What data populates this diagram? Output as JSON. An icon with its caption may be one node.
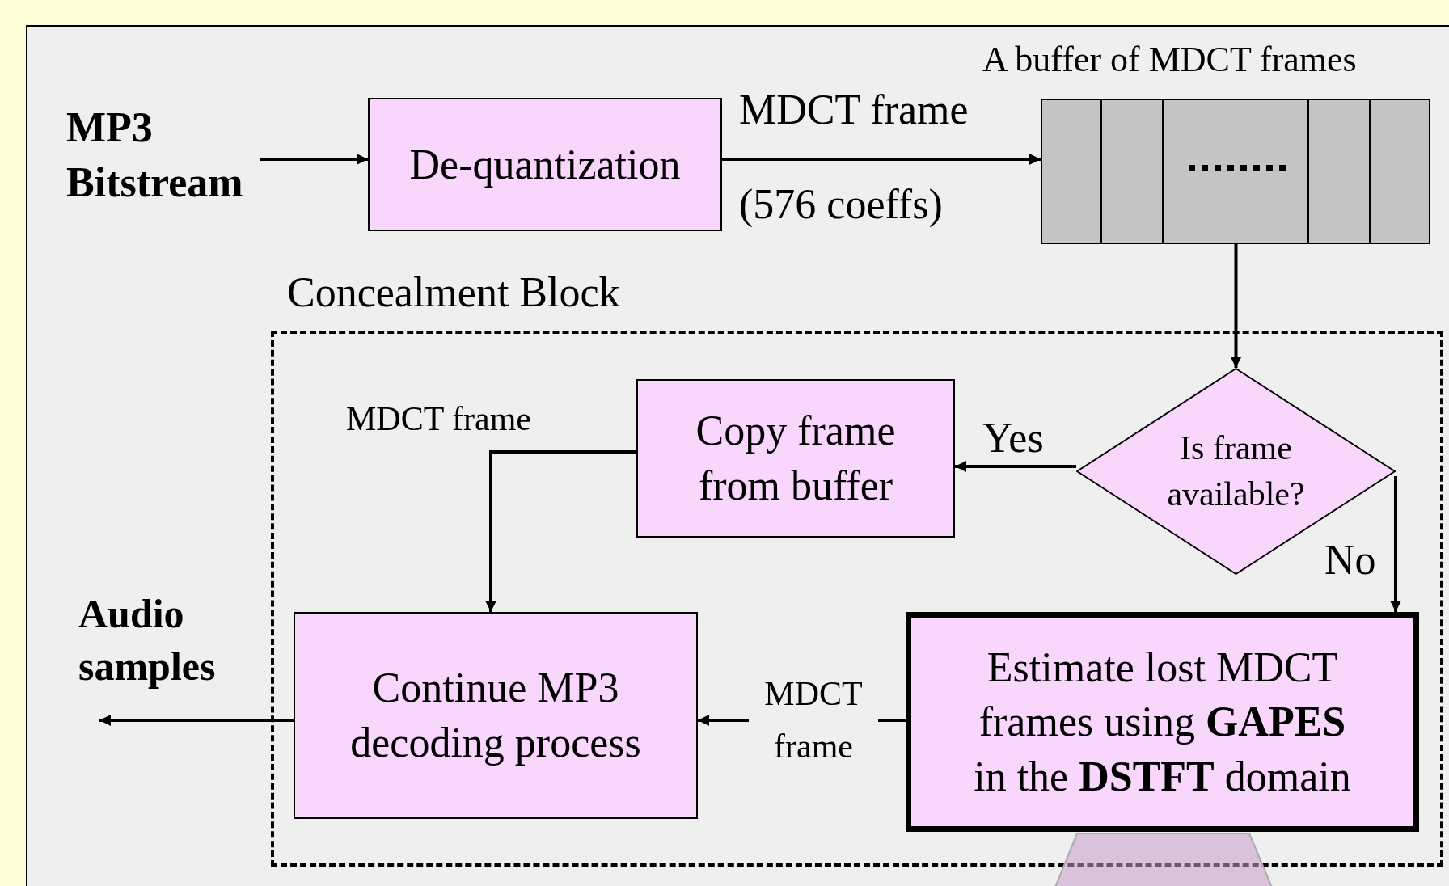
{
  "diagram": {
    "nodes": [
      {
        "text": [
          "MP3 Bitstream"
        ]
      },
      {
        "text": [
          "De-quantization"
        ]
      },
      {
        "text": [
          "A buffer of MDCT frames"
        ]
      },
      {
        "text": [
          "Concealment Block"
        ]
      },
      {
        "text": [
          "Is frame available?"
        ],
        "in": 3
      },
      {
        "text": [
          "Copy frame from buffer"
        ],
        "in": 3
      },
      {
        "text": [
          "Continue MP3 decoding process"
        ],
        "in": 3
      },
      {
        "text": [
          "Estimate lost MDCT frames using **GAPES** in the **DSTFT** domain"
        ],
        "in": 3
      },
      {
        "text": [],
        "shape": "trapezoid"
      }
    ],
    "edges": [
      {
        "from": 0,
        "to": 1,
        "arrow": "to"
      },
      {
        "from": 1,
        "to": 2,
        "arrow": "to",
        "label": "MDCT frame"
      },
      {
        "from": 2,
        "to": 4,
        "arrow": "to"
      },
      {
        "from": 4,
        "to": 5,
        "arrow": "to",
        "label": "Yes"
      },
      {
        "from": 4,
        "to": 7,
        "arrow": "to",
        "label": "No"
      },
      {
        "from": 5,
        "to": 6,
        "arrow": "to",
        "label": "MDCT frame"
      },
      {
        "from": 7,
        "to": 6,
        "arrow": "to",
        "label": "MDCT frame"
      },
      {
        "from": 6,
        "to": null,
        "arrow": "to"
      }
    ],
    "labels": [
      "(576 coeffs)",
      "Audio samples"
    ]
  }
}
